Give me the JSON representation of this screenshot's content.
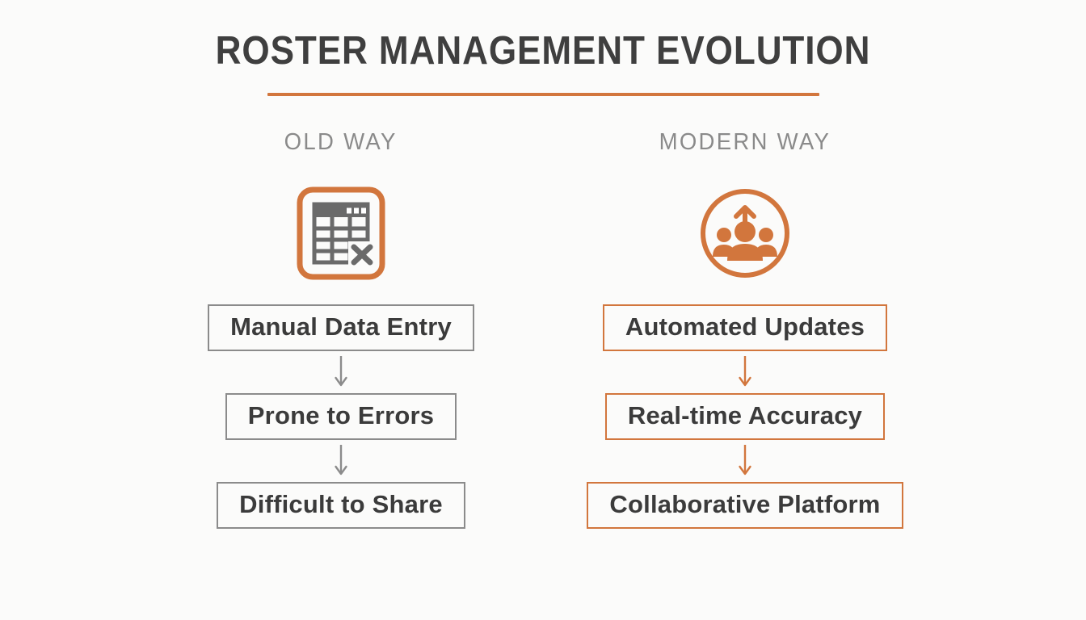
{
  "title": {
    "text": "ROSTER MANAGEMENT EVOLUTION"
  },
  "colors": {
    "accent": "#d2763d",
    "neutral_dark": "#3b3b3b",
    "neutral_border": "#8b8b8b",
    "heading_gray": "#8a8a8a",
    "background": "#fbfbfa",
    "icon_gray": "#6a6a6a"
  },
  "columns": [
    {
      "heading": "OLD WAY",
      "icon": "spreadsheet-error-icon",
      "accent": false,
      "steps": [
        {
          "label": "Manual Data Entry"
        },
        {
          "label": "Prone to Errors"
        },
        {
          "label": "Difficult to Share"
        }
      ]
    },
    {
      "heading": "MODERN WAY",
      "icon": "people-growth-circle-icon",
      "accent": true,
      "steps": [
        {
          "label": "Automated Updates"
        },
        {
          "label": "Real-time Accuracy"
        },
        {
          "label": "Collaborative Platform"
        }
      ]
    }
  ]
}
